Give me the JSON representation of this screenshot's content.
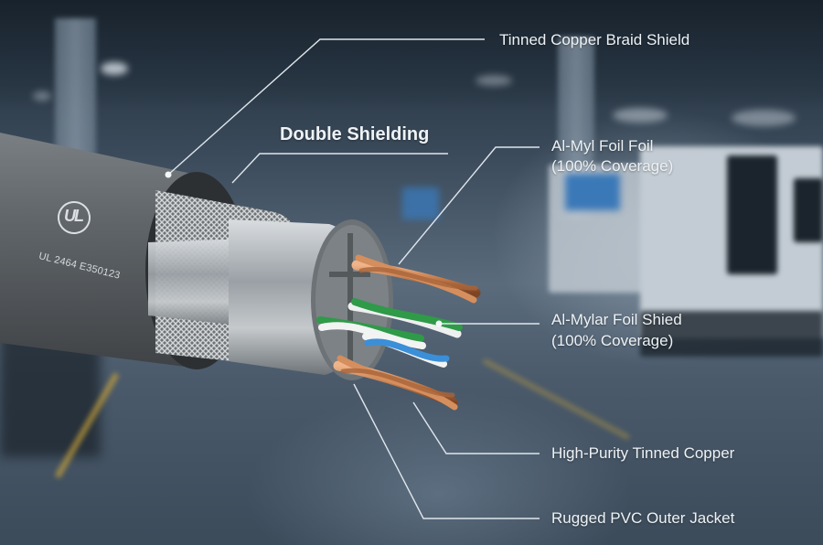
{
  "title": "Double Shielding",
  "callouts": [
    {
      "id": "braid",
      "text": "Tinned Copper Braid Shield"
    },
    {
      "id": "foil-top-line1",
      "text": "Al-Myl Foil Foil"
    },
    {
      "id": "foil-top-line2",
      "text": "(100% Coverage)"
    },
    {
      "id": "foil-mid-line1",
      "text": "Al-Mylar Foil Shied"
    },
    {
      "id": "foil-mid-line2",
      "text": "(100% Coverage)"
    },
    {
      "id": "copper",
      "text": "High-Purity Tinned Copper"
    },
    {
      "id": "jacket",
      "text": "Rugged PVC Outer Jacket"
    }
  ],
  "cable_marking": {
    "logo": "UL",
    "print": "UL 2464 E350123"
  },
  "colors": {
    "label_text": "#eef2f5",
    "leader_line": "#dfe6ec",
    "jacket": "#5d6266",
    "copper": "#c27a4a",
    "pair_green": "#2f9a48",
    "pair_blue": "#3a8fd8",
    "background": "#3a4a5a"
  }
}
